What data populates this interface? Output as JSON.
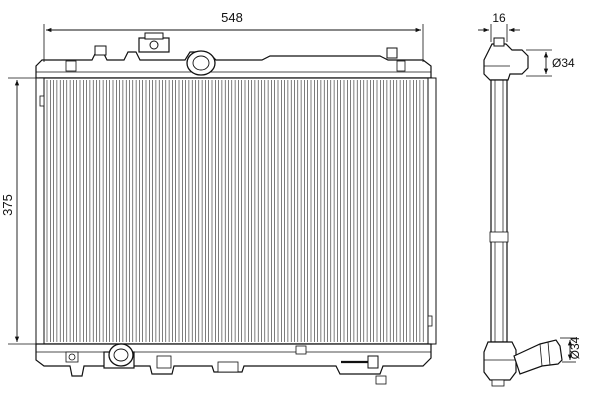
{
  "drawing": {
    "dimensions": {
      "core_width": "548",
      "core_height": "375",
      "thickness": "16",
      "upper_pipe_diameter": "Ø34",
      "lower_pipe_diameter": "Ø34"
    },
    "colors": {
      "line": "#111111",
      "background": "#ffffff"
    }
  }
}
